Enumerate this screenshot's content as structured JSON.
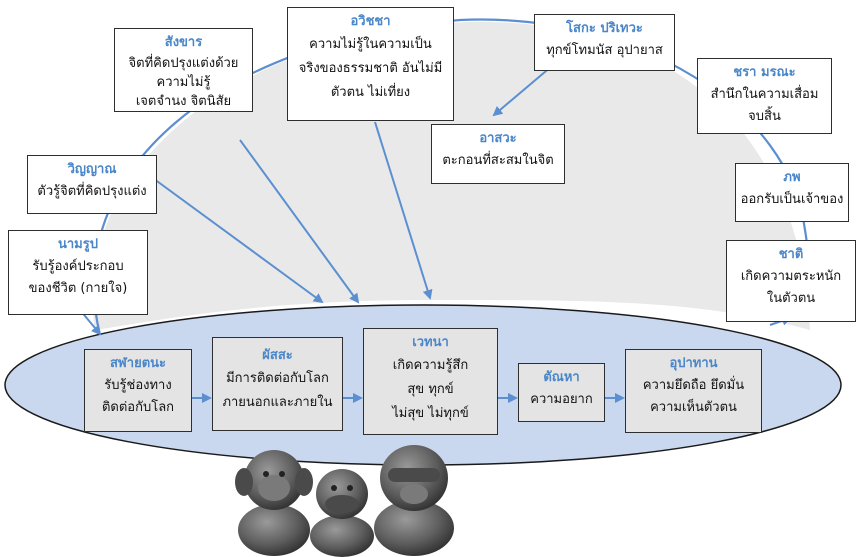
{
  "colors": {
    "arrow": "#5b8fd0",
    "title": "#4a86c8",
    "ellipse_fill": "#c9d8ee",
    "background_shape": "#e9e9e9",
    "box_border": "#2e2e2e"
  },
  "nodes": {
    "sangkhara": {
      "title": "สังขาร",
      "body": "จิตที่คิดปรุงแต่งด้วย\nความไม่รู้\nเจตจำนง จิตนิสัย"
    },
    "avijja": {
      "title": "อวิชชา",
      "body": "ความไม่รู้ในความเป็น\nจริงของธรรมชาติ อันไม่มี\nตัวตน ไม่เที่ยง"
    },
    "soka": {
      "title": "โสกะ ปริเทวะ",
      "body": "ทุกข์โทมนัส อุปายาส"
    },
    "asava": {
      "title": "อาสวะ",
      "body": "ตะกอนที่สะสมในจิต"
    },
    "jara": {
      "title": "ชรา มรณะ",
      "body": "สำนึกในความเสื่อม\nจบสิ้น"
    },
    "vinnana": {
      "title": "วิญญาณ",
      "body": "ตัวรู้จิตที่คิดปรุงแต่ง"
    },
    "bhava": {
      "title": "ภพ",
      "body": "ออกรับเป็นเจ้าของ"
    },
    "namarupa": {
      "title": "นามรูป",
      "body": "รับรู้องค์ประกอบ\nของชีวิต (กายใจ)"
    },
    "jati": {
      "title": "ชาติ",
      "body": "เกิดความตระหนัก\nในตัวตน"
    },
    "salayatana": {
      "title": "สฬายตนะ",
      "body": "รับรู้ช่องทาง\nติดต่อกับโลก"
    },
    "phassa": {
      "title": "ผัสสะ",
      "body": "มีการติดต่อกับโลก\nภายนอกและภายใน"
    },
    "vedana": {
      "title": "เวทนา",
      "body": "เกิดความรู้สึก\nสุข ทุกข์\nไม่สุข ไม่ทุกข์"
    },
    "tanha": {
      "title": "ตัณหา",
      "body": "ความอยาก"
    },
    "upadana": {
      "title": "อุปาทาน",
      "body": "ความยึดถือ ยึดมั่น\nความเห็นตัวตน"
    }
  },
  "illustration": {
    "name": "three wise monkeys statues"
  }
}
